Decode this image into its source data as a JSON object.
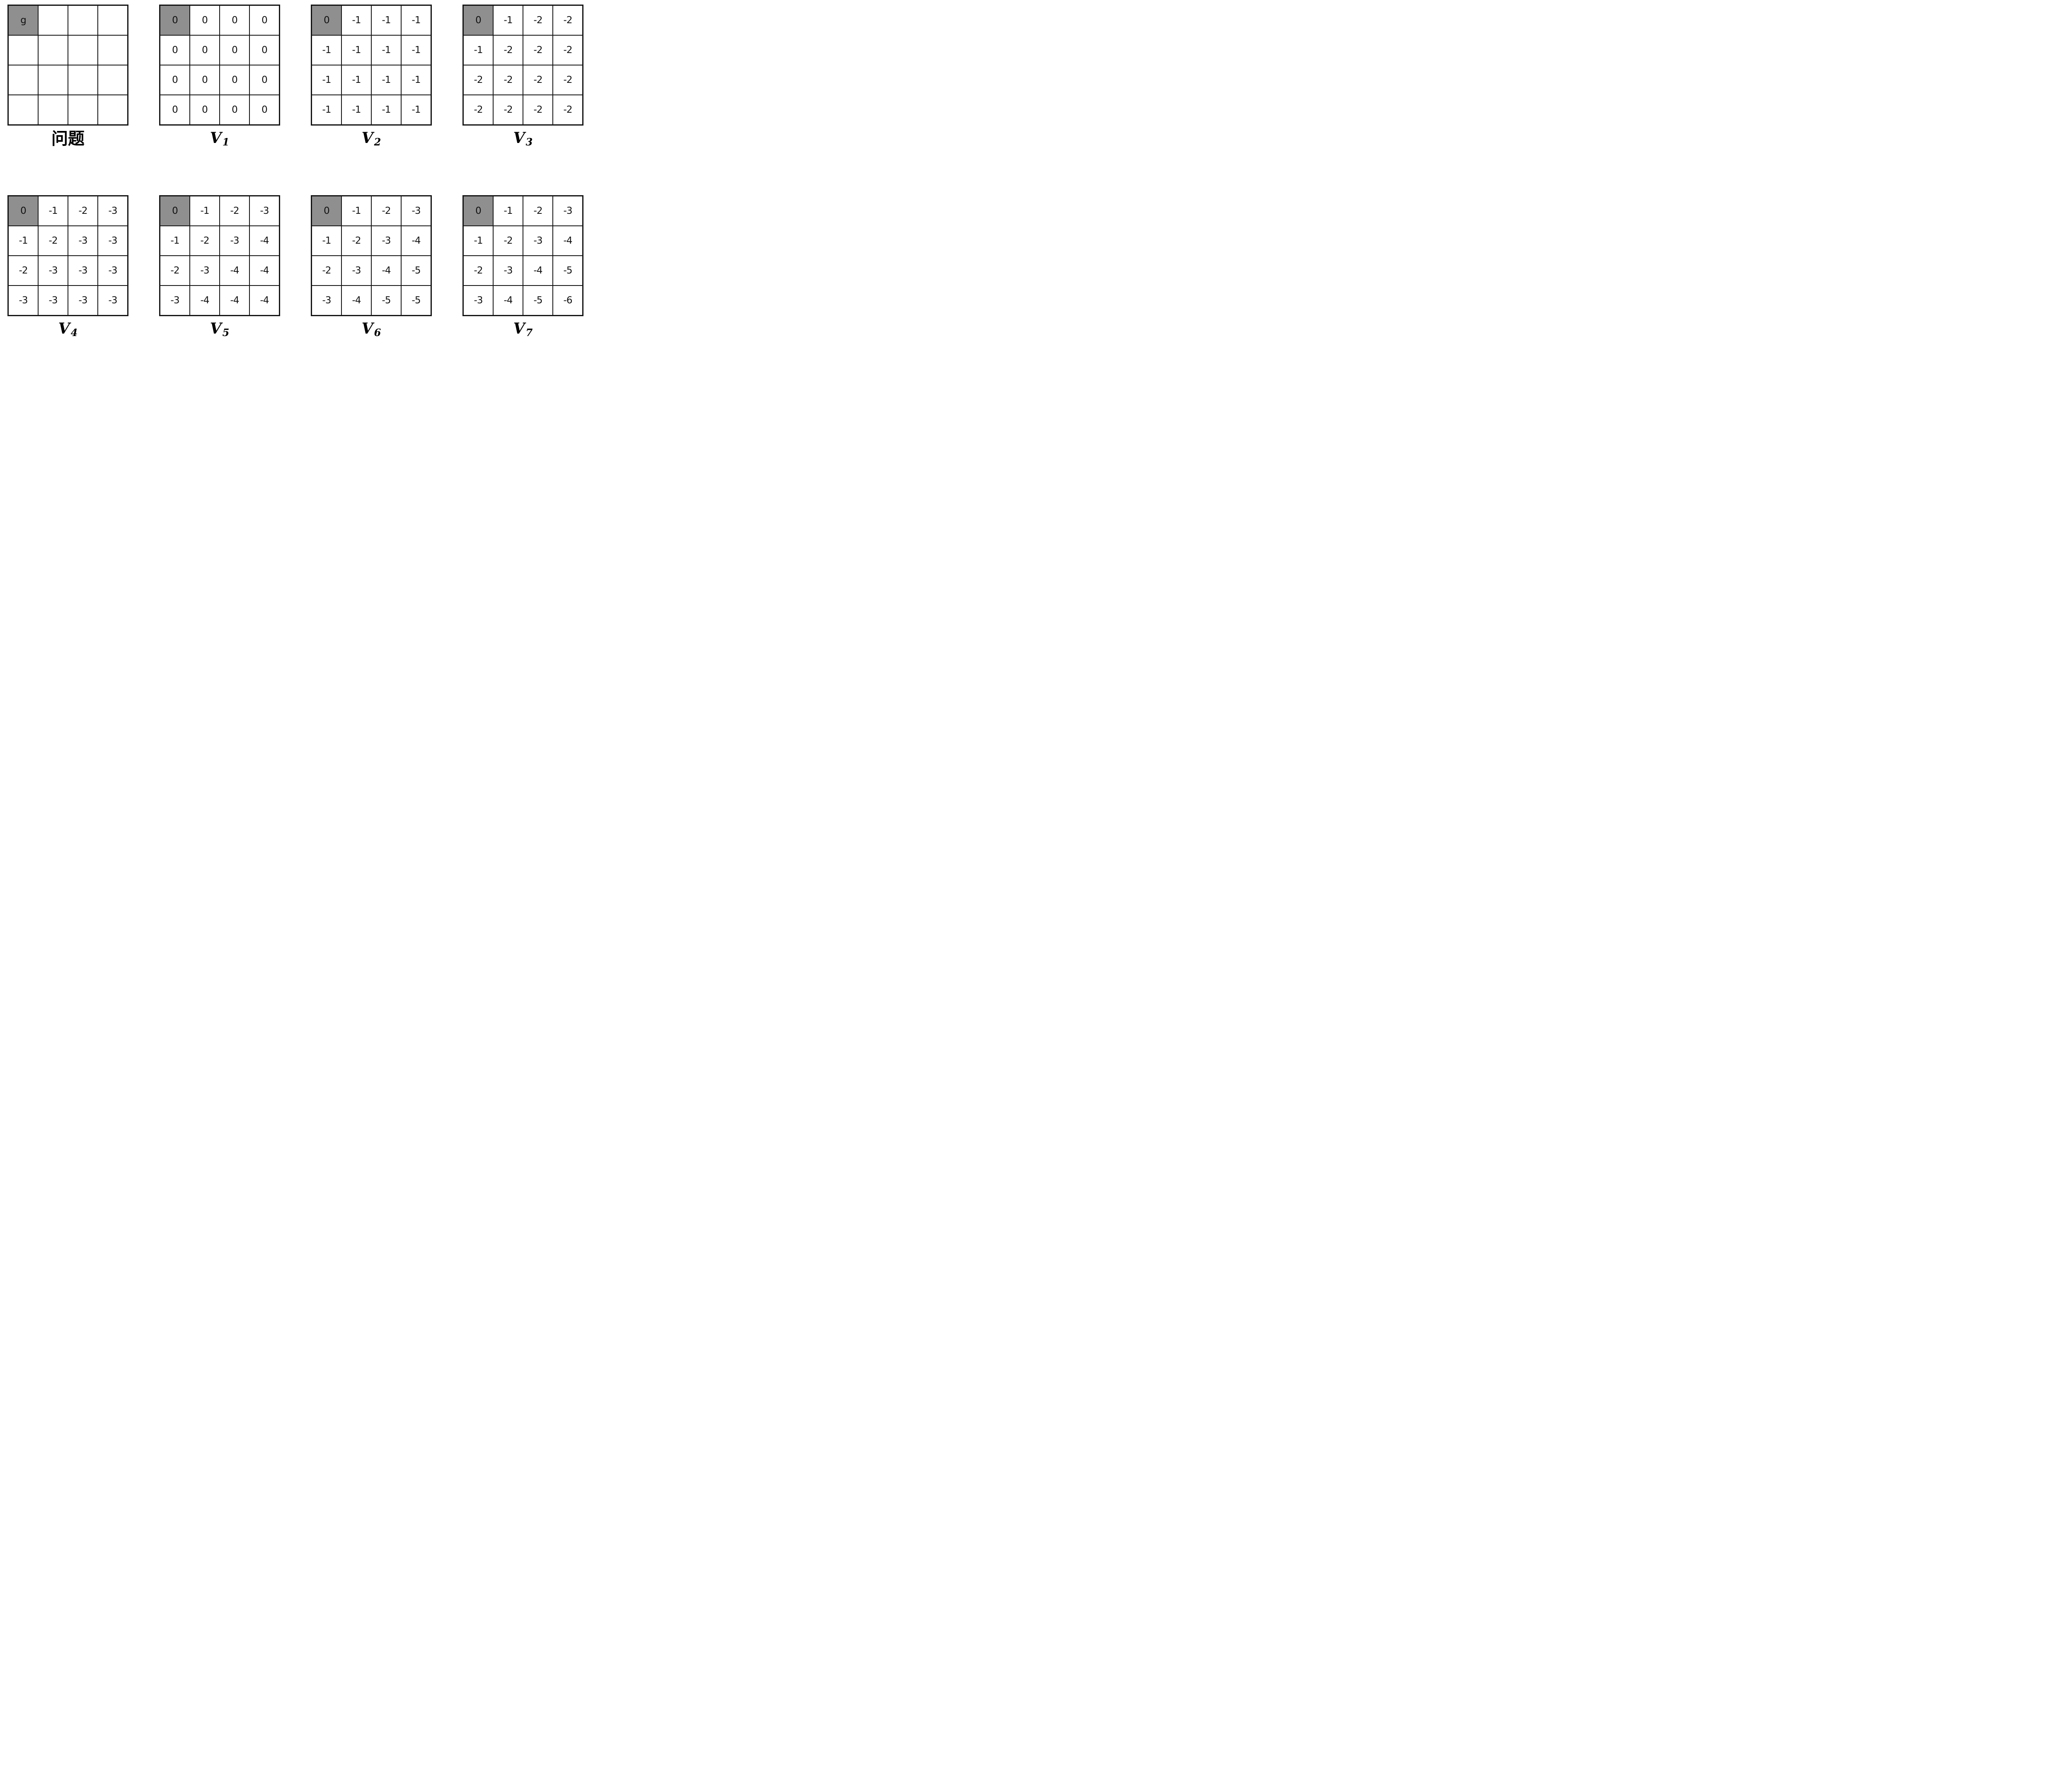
{
  "diagram": {
    "title_semantic": "gridworld value iteration",
    "colors": {
      "goal_cell_fill": "#8f8f8f",
      "grid_line": "#141414",
      "background": "#ffffff",
      "text": "#111111"
    },
    "panels": [
      {
        "id": "problem",
        "row": 0,
        "label": {
          "text": "问题"
        },
        "goal": [
          0,
          0
        ],
        "cells": [
          [
            "g",
            "",
            "",
            ""
          ],
          [
            "",
            "",
            "",
            ""
          ],
          [
            "",
            "",
            "",
            ""
          ],
          [
            "",
            "",
            "",
            ""
          ]
        ]
      },
      {
        "id": "V1",
        "row": 0,
        "label": {
          "base": "V",
          "sub": "1"
        },
        "goal": [
          0,
          0
        ],
        "cells": [
          [
            "0",
            "0",
            "0",
            "0"
          ],
          [
            "0",
            "0",
            "0",
            "0"
          ],
          [
            "0",
            "0",
            "0",
            "0"
          ],
          [
            "0",
            "0",
            "0",
            "0"
          ]
        ]
      },
      {
        "id": "V2",
        "row": 0,
        "label": {
          "base": "V",
          "sub": "2"
        },
        "goal": [
          0,
          0
        ],
        "cells": [
          [
            "0",
            "-1",
            "-1",
            "-1"
          ],
          [
            "-1",
            "-1",
            "-1",
            "-1"
          ],
          [
            "-1",
            "-1",
            "-1",
            "-1"
          ],
          [
            "-1",
            "-1",
            "-1",
            "-1"
          ]
        ]
      },
      {
        "id": "V3",
        "row": 0,
        "label": {
          "base": "V",
          "sub": "3"
        },
        "goal": [
          0,
          0
        ],
        "cells": [
          [
            "0",
            "-1",
            "-2",
            "-2"
          ],
          [
            "-1",
            "-2",
            "-2",
            "-2"
          ],
          [
            "-2",
            "-2",
            "-2",
            "-2"
          ],
          [
            "-2",
            "-2",
            "-2",
            "-2"
          ]
        ]
      },
      {
        "id": "V4",
        "row": 1,
        "label": {
          "base": "V",
          "sub": "4"
        },
        "goal": [
          0,
          0
        ],
        "cells": [
          [
            "0",
            "-1",
            "-2",
            "-3"
          ],
          [
            "-1",
            "-2",
            "-3",
            "-3"
          ],
          [
            "-2",
            "-3",
            "-3",
            "-3"
          ],
          [
            "-3",
            "-3",
            "-3",
            "-3"
          ]
        ]
      },
      {
        "id": "V5",
        "row": 1,
        "label": {
          "base": "V",
          "sub": "5"
        },
        "goal": [
          0,
          0
        ],
        "cells": [
          [
            "0",
            "-1",
            "-2",
            "-3"
          ],
          [
            "-1",
            "-2",
            "-3",
            "-4"
          ],
          [
            "-2",
            "-3",
            "-4",
            "-4"
          ],
          [
            "-3",
            "-4",
            "-4",
            "-4"
          ]
        ]
      },
      {
        "id": "V6",
        "row": 1,
        "label": {
          "base": "V",
          "sub": "6"
        },
        "goal": [
          0,
          0
        ],
        "cells": [
          [
            "0",
            "-1",
            "-2",
            "-3"
          ],
          [
            "-1",
            "-2",
            "-3",
            "-4"
          ],
          [
            "-2",
            "-3",
            "-4",
            "-5"
          ],
          [
            "-3",
            "-4",
            "-5",
            "-5"
          ]
        ]
      },
      {
        "id": "V7",
        "row": 1,
        "label": {
          "base": "V",
          "sub": "7"
        },
        "goal": [
          0,
          0
        ],
        "cells": [
          [
            "0",
            "-1",
            "-2",
            "-3"
          ],
          [
            "-1",
            "-2",
            "-3",
            "-4"
          ],
          [
            "-2",
            "-3",
            "-4",
            "-5"
          ],
          [
            "-3",
            "-4",
            "-5",
            "-6"
          ]
        ]
      }
    ]
  }
}
